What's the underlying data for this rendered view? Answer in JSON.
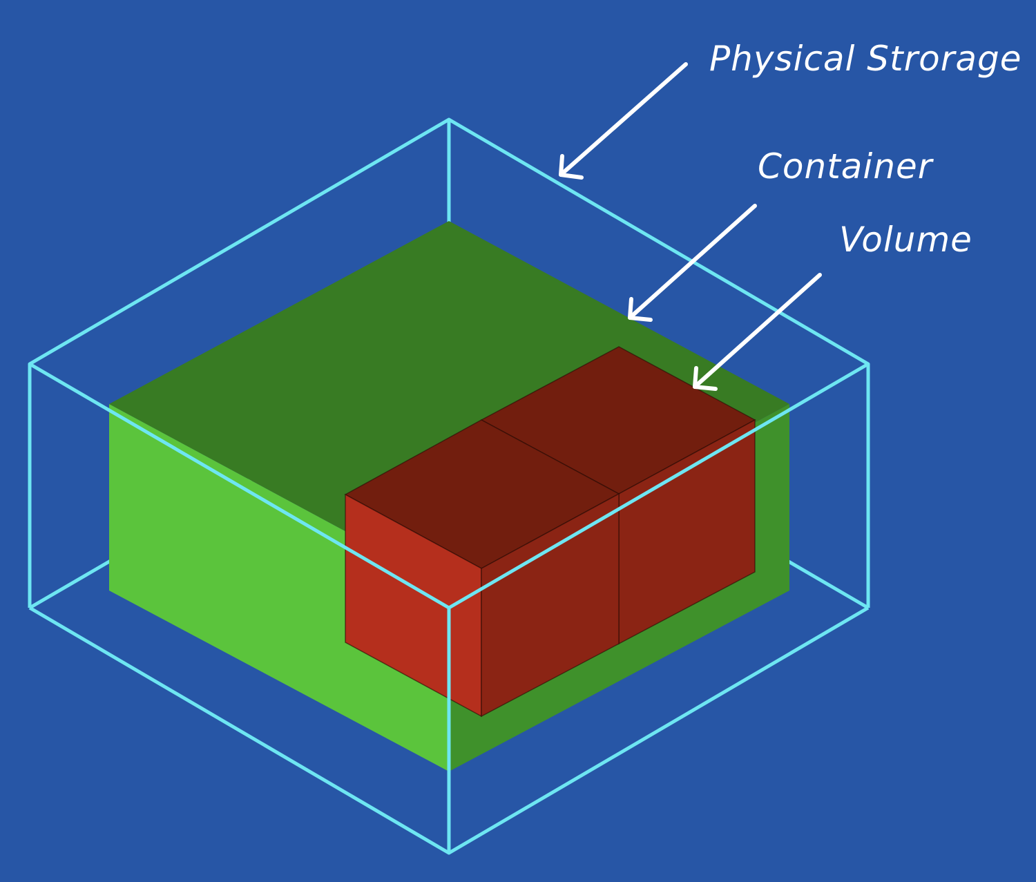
{
  "labels": {
    "physical_storage": "Physical Strorage",
    "container": "Container",
    "volume": "Volume"
  },
  "colors": {
    "background": "#2756a6",
    "physical_storage_outline": "#6ee6f2",
    "container_top": "#387b23",
    "container_left": "#5bc43c",
    "container_right": "#3f912b",
    "volume_top": "#721e0e",
    "volume_left": "#b52f1d",
    "volume_right": "#8b2414",
    "label_text": "#ffffff"
  },
  "diagram": {
    "layers": [
      "Physical Strorage",
      "Container",
      "Volume"
    ],
    "volume_count": 2
  }
}
